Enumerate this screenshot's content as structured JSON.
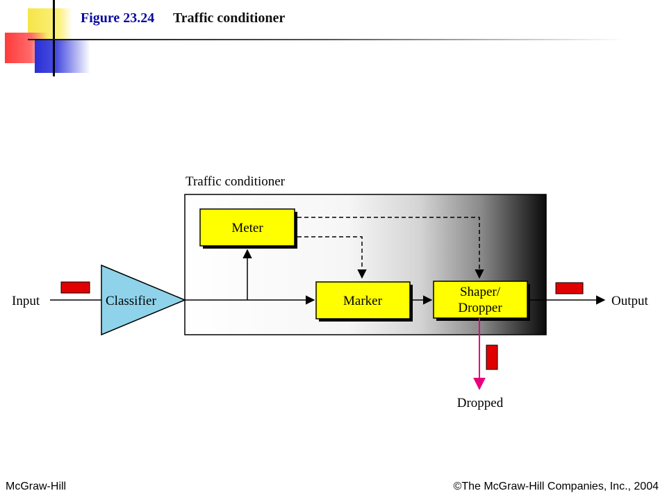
{
  "title": {
    "figure_number": "Figure 23.24",
    "figure_name": "Traffic conditioner"
  },
  "diagram": {
    "container_label": "Traffic conditioner",
    "input_label": "Input",
    "output_label": "Output",
    "dropped_label": "Dropped",
    "classifier_label": "Classifier",
    "meter_label": "Meter",
    "marker_label": "Marker",
    "shaper_line1": "Shaper/",
    "shaper_line2": "Dropper"
  },
  "colors": {
    "box_fill": "#ffff00",
    "classifier_fill": "#8fd3ea",
    "packet_fill": "#e00000",
    "dropped_arrow": "#e6007e",
    "title_blue": "#0a0a9e"
  },
  "footer": {
    "left": "McGraw-Hill",
    "right": "©The McGraw-Hill Companies, Inc., 2004"
  }
}
